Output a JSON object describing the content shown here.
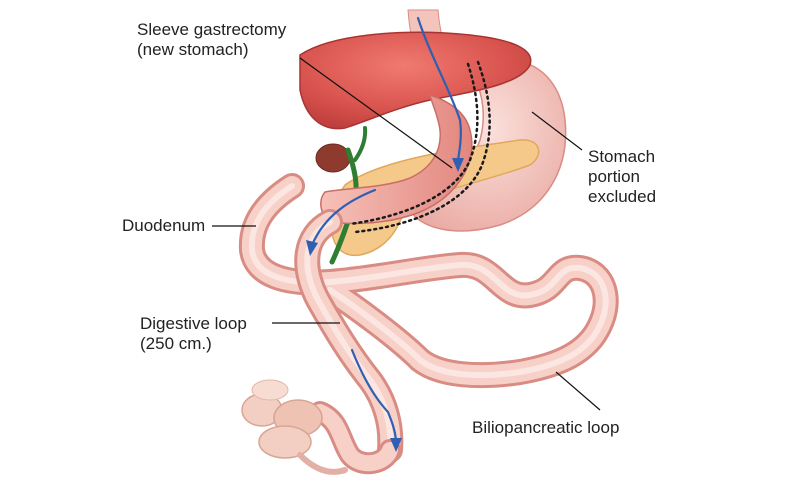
{
  "labels": {
    "sleeve_line1": "Sleeve gastrectomy",
    "sleeve_line2": "(new stomach)",
    "stomach_line1": "Stomach",
    "stomach_line2": "portion",
    "stomach_line3": "excluded",
    "duodenum": "Duodenum",
    "digestive_line1": "Digestive loop",
    "digestive_line2": "(250 cm.)",
    "biliopancreatic": "Biliopancreatic loop"
  },
  "colors": {
    "liver": "#d9544f",
    "stomach_excluded": "#f2c7c2",
    "sleeve": "#e89a92",
    "intestine": "#f0b3a6",
    "pancreas": "#f5c98a",
    "bile_duct": "#2e7d32",
    "flow_arrow": "#2f5fb3",
    "staple_line": "#1a1a1a",
    "leader_line": "#111111"
  }
}
